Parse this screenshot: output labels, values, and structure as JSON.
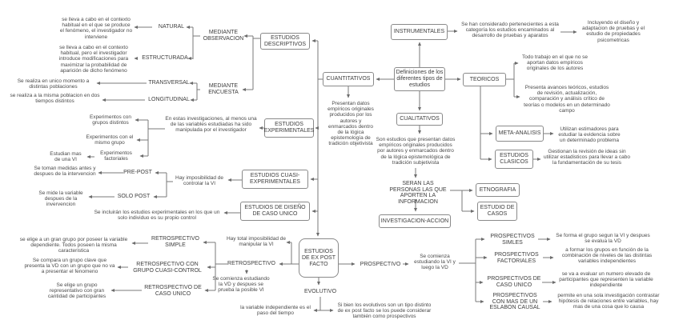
{
  "nodes": {
    "center": "Definiciones de los diferentes tipos de estudios",
    "instrumentales": "INSTRUMENTALES",
    "teoricos": "TEORICOS",
    "cuantitativos": "CUANTITATIVOS",
    "cualitativos": "CUALITATIVOS",
    "descriptivos": "ESTUDIOS DESCRIPTIVOS",
    "experimentales": "ESTUDIOS EXPERIMENTALES",
    "cuasi": "ESTUDIOS CUASI-EXPERIMENTALES",
    "caso_unico": "ESTUDIOS DE DISEÑO DE CASO UNICO",
    "ex_post_facto": "ESTUDIOS DE EX POST FACTO",
    "meta": "META-ANALISIS",
    "clasicos": "ESTUDIOS CLASICOS",
    "etnografia": "ETNOGRAFIA",
    "casos": "ESTUDIO DE CASOS",
    "inv_accion": "INVESTIGACION-ACCION",
    "seran": "SERAN LAS PERSONAS LAS QUE APORTEN LA INFORMACION",
    "obs": "MEDIANTE OBSERVACION",
    "encuesta": "MEDIANTE ENCUESTA",
    "natural": "NATURAL",
    "estructurada": "ESTRUCTURADA",
    "transversal": "TRANSVERSAL",
    "longitudinal": "LONGITUDINAL",
    "pre_post": "PRE-POST",
    "solo_post": "SOLO POST",
    "retrospectivo": "RETROSPECTIVO",
    "retro_simple": "RETROSPECTIVO SIMPLE",
    "retro_cuasi": "RETROSPECTIVO CON GRUPO CUASI-CONTROL",
    "retro_caso": "RETROSPECTIVO DE CASO UNICO",
    "prospectivo": "PROSPECTIVO",
    "pros_simles": "PROSPECTIVOS SIMLES",
    "pros_fact": "PROSPECTIVOS FACTORIALES",
    "pros_caso": "PROSPECTIVOS DE CASO UNICO",
    "pros_eslabon": "PROSPECTIVOS CON MAS DE UN ESLABON CAUSAL",
    "evolutivo": "EVOLUTIVO"
  },
  "notes": {
    "natural": "se lleva a cabo en el contexto habitual en el que se produce el fenómeno, el investigador no interviene",
    "estructurada": "se lleva a cabo en el contexto habitual, pero el investigador introduce modificaciones para maximizar la probabilidad de aparición de dicho fenómeno",
    "transversal": "Se realiza en unico momento a distintas poblaciones",
    "longitudinal": "se realiza a la misma poblacion en dos tiempos distintos",
    "instr1": "Se han considerado pertenecientes a esta categoría los estudios encaminados al desarrollo de pruebas y aparatos",
    "instr2": "Incluyendo el diseño y adaptacion de pruebas y el estudio de propiedades psicometricas",
    "teo1": "Todo trabajo en el que no se aportan datos empíricos originales de los autores",
    "teo2": "Presenta avances teóricos, estudios de revisión, actualización, comparación y análisis crítico de teorías o modelos en un determinado campo",
    "cuant": "Presentan datos empíricos originales producidos por los autores y enmarcados dentro de la lógica epistemología de tradición objetivista",
    "cual": "Son estudios que presentan datos empíricos originales producidos por autores y enmarcados dentro de la lógica epistemológica de tradición subjetivista",
    "meta": "Utilizan estimadores para estudiar la evidencia sobre un determinado problema",
    "clasicos": "Gestionan la revisión de ideas sin utilizar estadisticos para llevar a cabo la fundamentación de su tesis",
    "exp": "En estas investigaciones, al menos una de las variables estudiadas ha sido manipulada por el investigador",
    "exp_grupos": "Experimentos con grupos distintos",
    "exp_mismo": "Experimentos con el mismo grupo",
    "exp_fact": "Experimentos factoriales",
    "estudian": "Estudian mas de una VI",
    "pre_post": "Se toman medidas antes y despues de la intervencion",
    "solo_post": "Se mide la variable despues de la invervencion",
    "cuasi": "Hay imposibilidad de controlar la VI",
    "caso_unico": "Se incluirán los estudios experimentales en los que un solo individuo es su propio control",
    "hay_total": "Hay total imposibilidad de manipular la VI",
    "retro_down": "Se comienza estudiando la VD y despues se prueba la posible VI",
    "retro_simple": "se elige a un gran grupo por poseer la variable dependiente. Todos poseen la misma caracteristica",
    "retro_cuasi": "Se compara un grupo clave que presenta la VD con un grupo que no va a presentar el fenomeno",
    "retro_caso": "Se elige un grupo representativo con gran cantidad de participantes",
    "pros": "Se comienza estudiando la VI y luego la VD",
    "simles": "Se forma el grupo segun la VI y despues se evalua la VD",
    "factoriales": "a formar los grupos en función de la combinación de niveles de las distintas variables independientes",
    "pros_caso": "se va a evaluar un numero elevado de participantes que representen la variable independiente",
    "eslabon": "permite en una sola investigación contrastar hipótesis de relaciones entre variables, hay mas de una cosa que lo causa",
    "evol_izq": "la variable independiente es el paso del tiempo",
    "evol_der": "Si bien los evolutivos son un tipo distinto de ex post facto se los puede considerar también como prospectivos"
  }
}
